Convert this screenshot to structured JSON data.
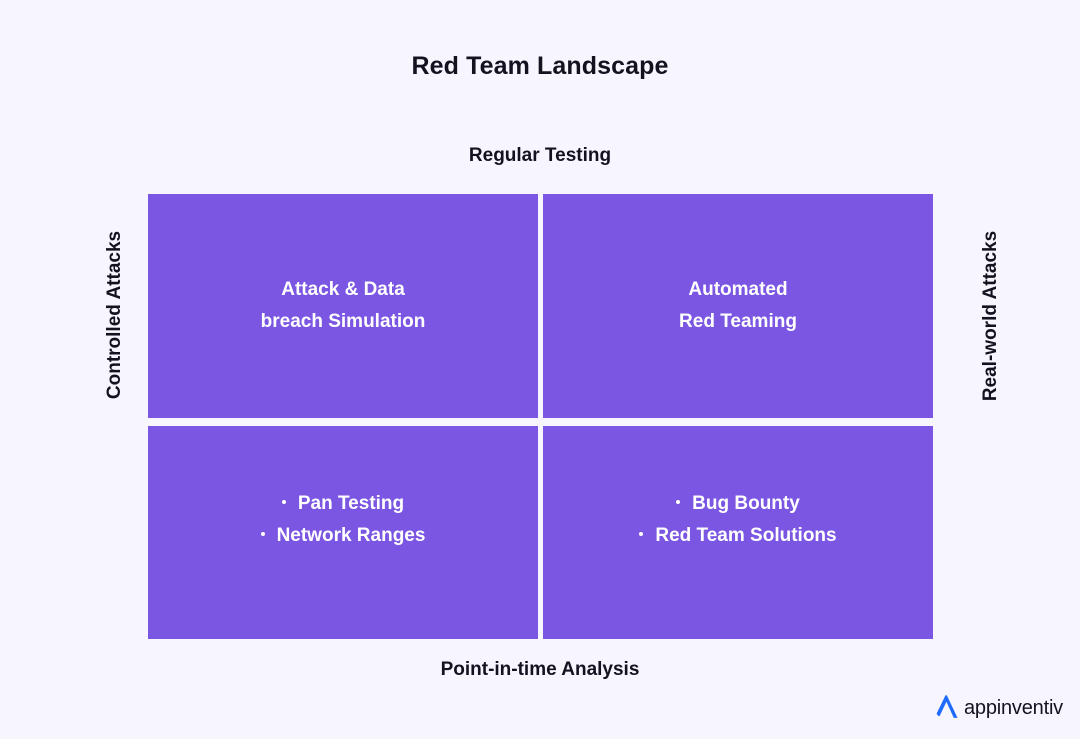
{
  "title": "Red Team Landscape",
  "colors": {
    "background": "#f7f5fd",
    "quadrant": "#7a56e3",
    "quadrant_text": "#ffffff",
    "heading_text": "#14121f",
    "logo_mark": "#1f6bff"
  },
  "axes": {
    "top": "Regular Testing",
    "bottom": "Point-in-time Analysis",
    "left": "Controlled Attacks",
    "right": "Real-world Attacks"
  },
  "chart_data": {
    "type": "table",
    "title": "Red Team Landscape",
    "xlabel": "Point-in-time Analysis",
    "ylabel": "Controlled Attacks",
    "x_axis_top_label": "Regular Testing",
    "y_axis_right_label": "Real-world Attacks",
    "grid": "2x2 matrix",
    "quadrants": [
      {
        "position": "top-left",
        "lines": [
          "Attack & Data",
          "breach Simulation"
        ],
        "items": []
      },
      {
        "position": "top-right",
        "lines": [
          "Automated",
          "Red Teaming"
        ],
        "items": []
      },
      {
        "position": "bottom-left",
        "lines": [],
        "items": [
          "Pan Testing",
          "Network Ranges"
        ]
      },
      {
        "position": "bottom-right",
        "lines": [],
        "items": [
          "Bug Bounty",
          "Red Team Solutions"
        ]
      }
    ]
  },
  "quadrants": {
    "top_left": {
      "line1": "Attack & Data",
      "line2": "breach Simulation"
    },
    "top_right": {
      "line1": "Automated",
      "line2": "Red Teaming"
    },
    "bottom_left": {
      "item1": "Pan Testing",
      "item2": "Network Ranges"
    },
    "bottom_right": {
      "item1": "Bug Bounty",
      "item2": "Red Team Solutions"
    }
  },
  "logo": {
    "text": "appinventiv",
    "mark_icon": "appinventiv-arrow-icon"
  }
}
